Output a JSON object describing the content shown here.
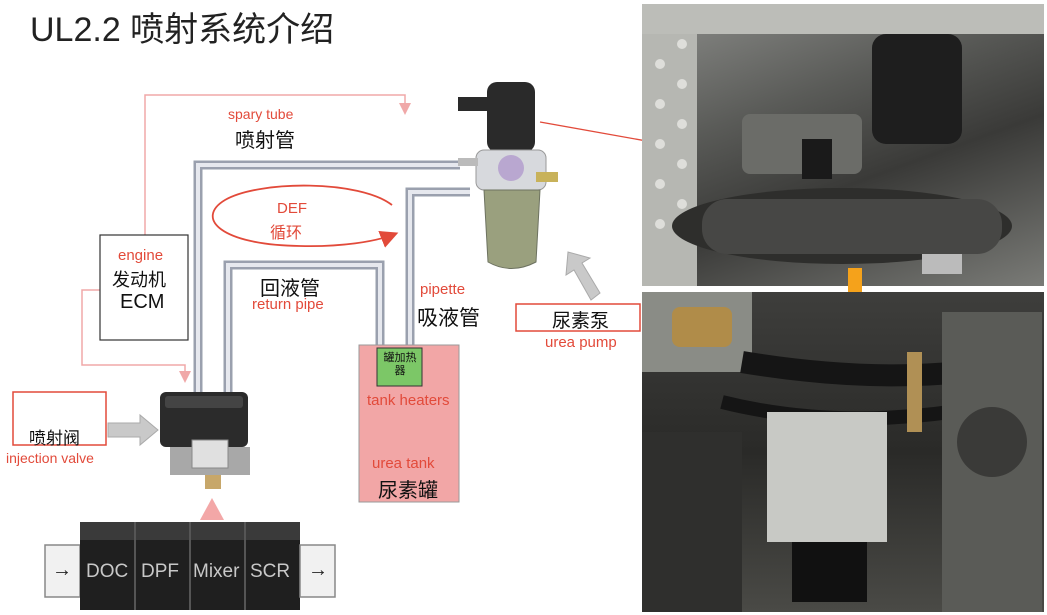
{
  "title": "UL2.2 喷射系统介绍",
  "spray_tube": {
    "en": "spary tube",
    "zh": "喷射管"
  },
  "circulation": {
    "en": "DEF",
    "zh": "循环"
  },
  "engine": {
    "en": "engine",
    "zh": "发动机",
    "ecm": "ECM"
  },
  "return_pipe": {
    "zh": "回液管",
    "en": "return pipe"
  },
  "pipette": {
    "en": "pipette",
    "zh": "吸液管"
  },
  "injection_valve": {
    "zh": "喷射阀",
    "en": "injection valve"
  },
  "tank_heaters": {
    "zh": "罐加热器",
    "en": "tank heaters"
  },
  "urea_tank": {
    "en": "urea tank",
    "zh": "尿素罐"
  },
  "urea_pump": {
    "zh": "尿素泵",
    "en": "urea pump"
  },
  "exhaust": {
    "inlet_arrow": "→",
    "segments": [
      "DOC",
      "DPF",
      "Mixer",
      "SCR"
    ],
    "outlet_arrow": "→"
  },
  "colors": {
    "accent_red": "#e24a3a",
    "pipe": "#9aa0ae",
    "tank_fill": "#f2a6a6",
    "heater_fill": "#7cc767",
    "orange_arrow": "#f5a21b"
  }
}
